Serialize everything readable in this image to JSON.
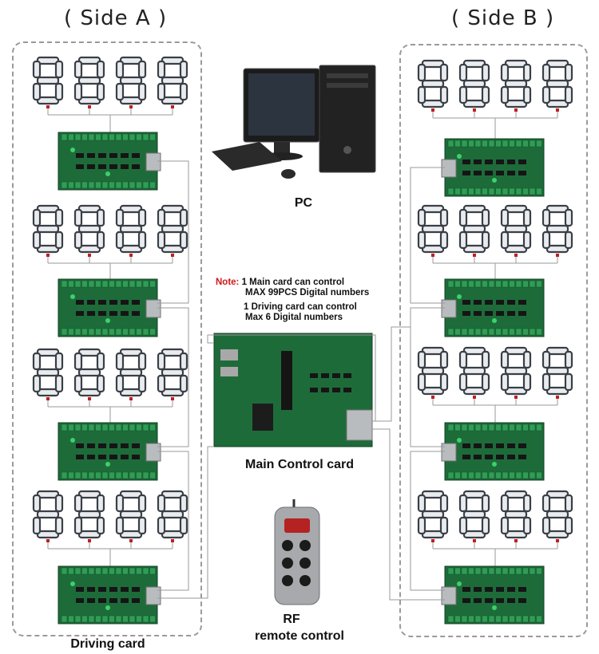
{
  "side_a": {
    "title": "( Side A )"
  },
  "side_b": {
    "title": "( Side B )"
  },
  "pc": {
    "label": "PC"
  },
  "note": {
    "prefix": "Note:",
    "line1": "1 Main card can control",
    "line2": "MAX 99PCS Digital numbers",
    "line3": "1 Driving card can control",
    "line4": "Max 6 Digital numbers"
  },
  "main_card": {
    "label": "Main Control card"
  },
  "remote": {
    "label_line1": "RF",
    "label_line2": "remote control"
  },
  "driving_card": {
    "label": "Driving card"
  },
  "display": {
    "digit_glyph": "8",
    "digits_per_group": 4
  },
  "colors": {
    "segment_fill": "#e9ecef",
    "segment_stroke": "#3a3e45",
    "pcb_green": "#1e6b3a",
    "terminal_green": "#2f9d55",
    "wire": "#9a9a9a",
    "note_red": "#d01818",
    "panel_border": "#9a9a9a"
  }
}
